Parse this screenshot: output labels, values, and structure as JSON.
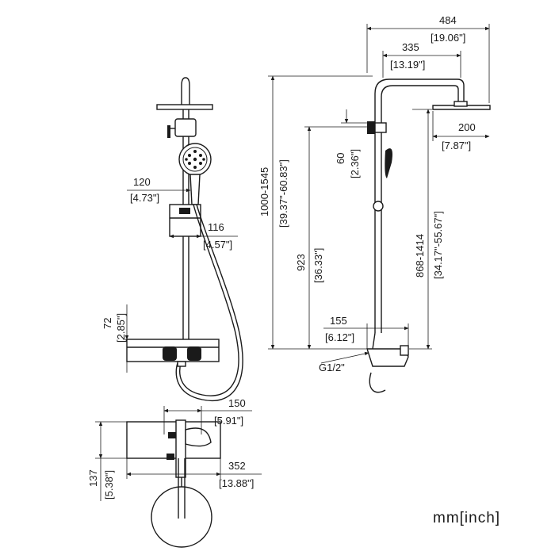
{
  "front_view": {
    "dim_handshower_width": {
      "mm": "120",
      "inch": "[4.73\"]"
    },
    "dim_holder_offset": {
      "mm": "116",
      "inch": "[4.57\"]"
    },
    "dim_shelf_height": {
      "mm": "72",
      "inch": "[2.85\"]"
    }
  },
  "side_view": {
    "dim_overall_depth": {
      "mm": "484",
      "inch": "[19.06\"]"
    },
    "dim_arm_reach": {
      "mm": "335",
      "inch": "[13.19\"]"
    },
    "dim_head_diameter": {
      "mm": "200",
      "inch": "[7.87\"]"
    },
    "dim_bracket_offset": {
      "mm": "60",
      "inch": "[2.36\"]"
    },
    "dim_overall_height": {
      "mm": "1000-1545",
      "inch": "[39.37\"-60.83\"]"
    },
    "dim_bracket_height": {
      "mm": "923",
      "inch": "[36.33\"]"
    },
    "dim_head_height": {
      "mm": "868-1414",
      "inch": "[34.17\"-55.67\"]"
    },
    "dim_valve_depth": {
      "mm": "155",
      "inch": "[6.12\"]"
    },
    "inlet_thread_label": "G1/2\""
  },
  "top_view": {
    "dim_inlet_spacing": {
      "mm": "150",
      "inch": "[5.91\"]"
    },
    "dim_valve_width": {
      "mm": "352",
      "inch": "[13.88\"]"
    },
    "dim_valve_depth": {
      "mm": "137",
      "inch": "[5.38\"]"
    }
  },
  "units_label": "mm[inch]"
}
